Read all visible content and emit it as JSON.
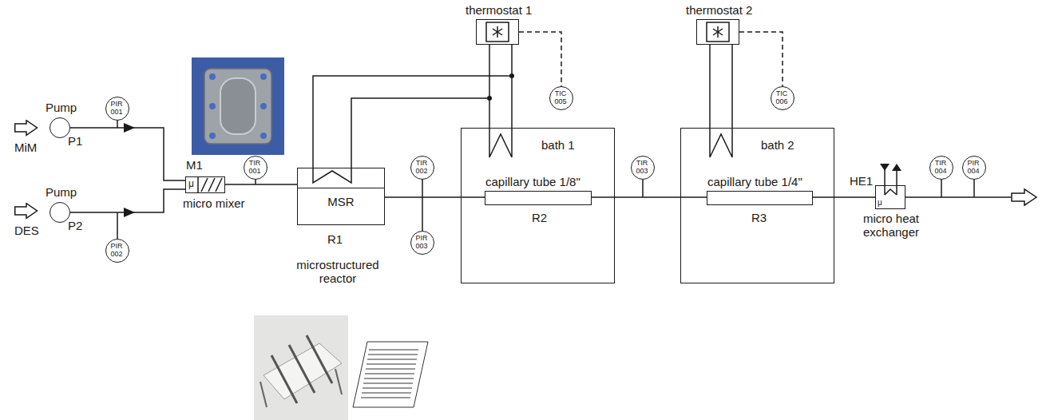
{
  "diagram": {
    "nodes": [
      {
        "text": [
          "MiM"
        ]
      },
      {
        "text": [
          "Pump",
          "P1"
        ]
      },
      {
        "text": [
          "PIR 001"
        ]
      },
      {
        "text": [
          "DES"
        ]
      },
      {
        "text": [
          "Pump",
          "P2"
        ]
      },
      {
        "text": [
          "PIR 002"
        ]
      },
      {
        "text": [
          "M1",
          "μ",
          "micro mixer"
        ]
      },
      {
        "text": [
          "TIR 001"
        ]
      },
      {
        "text": [
          "MSR",
          "R1",
          "microstructured reactor"
        ]
      },
      {
        "text": [
          "thermostat 1"
        ]
      },
      {
        "text": [
          "TIC 005"
        ]
      },
      {
        "text": [
          "TIR 002"
        ]
      },
      {
        "text": [
          "PIR 003"
        ]
      },
      {
        "text": [
          "bath 1"
        ]
      },
      {
        "text": [
          "capillary tube 1/8\"",
          "R2"
        ],
        "in": 13
      },
      {
        "text": [
          "TIR 003"
        ]
      },
      {
        "text": [
          "thermostat 2"
        ]
      },
      {
        "text": [
          "TIC 006"
        ]
      },
      {
        "text": [
          "bath 2"
        ]
      },
      {
        "text": [
          "capillary tube 1/4\"",
          "R3"
        ],
        "in": 18
      },
      {
        "text": [
          "HE1",
          "μ",
          "micro heat exchanger"
        ]
      },
      {
        "text": [
          "TIR 004"
        ]
      },
      {
        "text": [
          "PIR 004"
        ]
      }
    ],
    "edges": [
      {
        "from": 1,
        "to": 6,
        "arrow": "to"
      },
      {
        "from": 4,
        "to": 6,
        "arrow": "to"
      },
      {
        "from": 6,
        "to": 8,
        "arrow": "none"
      },
      {
        "from": 8,
        "to": 14,
        "arrow": "none"
      },
      {
        "from": 14,
        "to": 19,
        "arrow": "none"
      },
      {
        "from": 19,
        "to": 20,
        "arrow": "none"
      },
      {
        "from": 9,
        "to": 8,
        "arrow": "none"
      },
      {
        "from": 9,
        "to": 13,
        "arrow": "none"
      },
      {
        "from": 9,
        "to": 10,
        "arrow": "none"
      },
      {
        "from": 16,
        "to": 18,
        "arrow": "none"
      },
      {
        "from": 16,
        "to": 17,
        "arrow": "none"
      }
    ]
  }
}
